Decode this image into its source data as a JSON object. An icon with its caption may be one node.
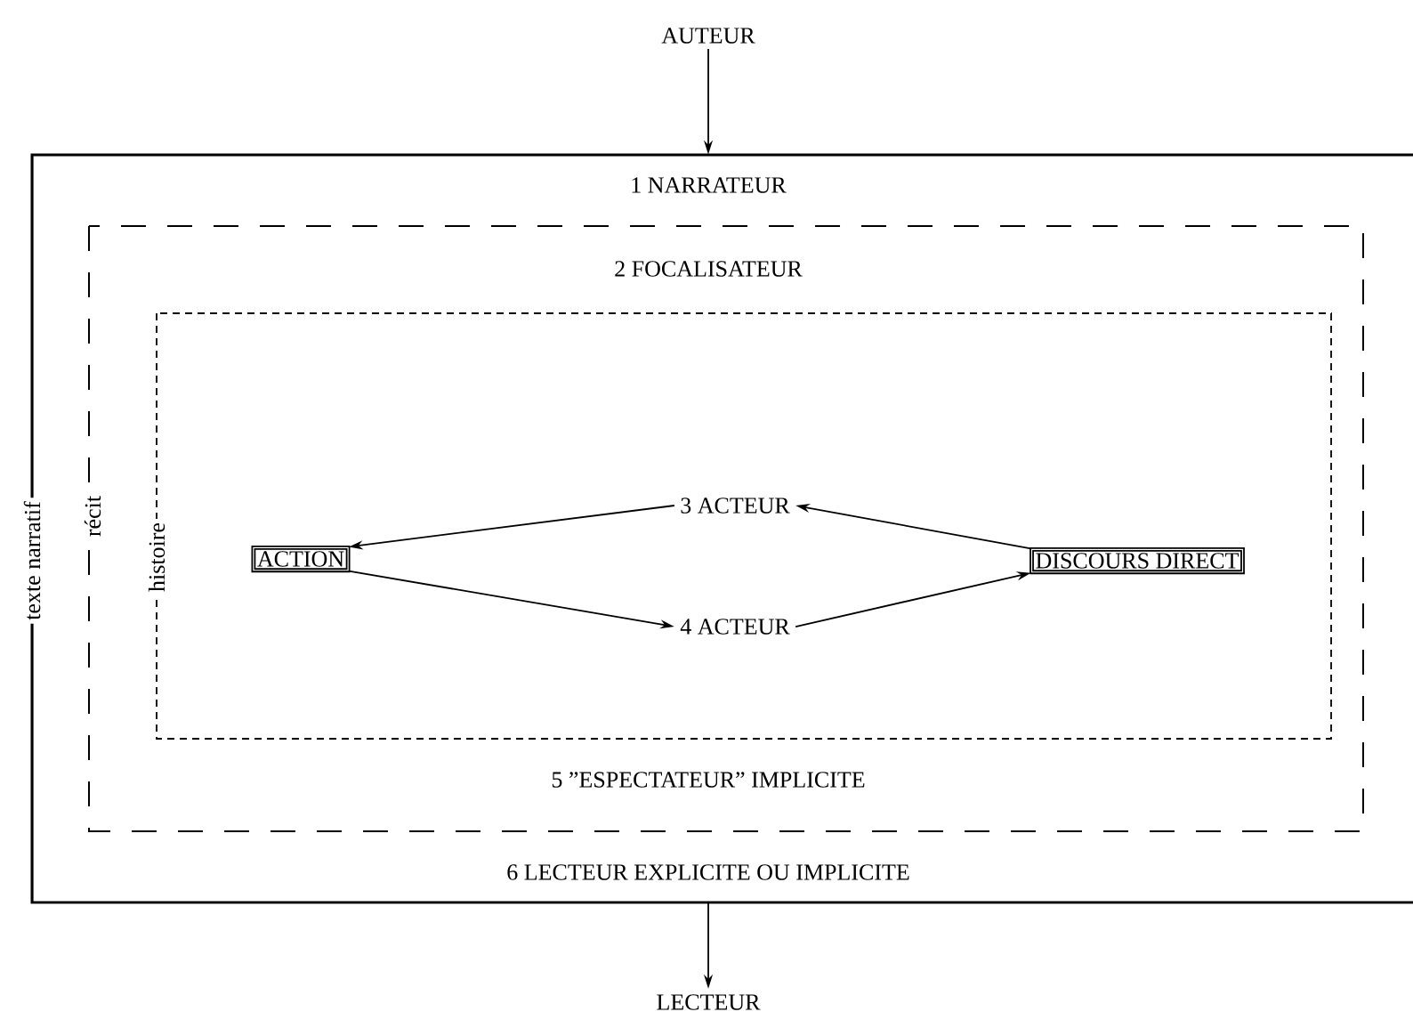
{
  "diagram": {
    "nodes": [
      {
        "text": [
          "AUTEUR"
        ]
      },
      {
        "text": [
          "1 NARRATEUR",
          "6 LECTEUR EXPLICITE OU IMPLICITE",
          "texte narratif"
        ]
      },
      {
        "text": [
          "2 FOCALISATEUR",
          "5 ”ESPECTATEUR” IMPLICITE",
          "récit"
        ],
        "in": 1
      },
      {
        "text": [
          "histoire"
        ],
        "in": 2
      },
      {
        "text": [
          "ACTION"
        ],
        "in": 3
      },
      {
        "text": [
          "3 ACTEUR"
        ],
        "in": 3
      },
      {
        "text": [
          "4 ACTEUR"
        ],
        "in": 3
      },
      {
        "text": [
          "DISCOURS DIRECT"
        ],
        "in": 3
      },
      {
        "text": [
          "LECTEUR"
        ]
      }
    ],
    "edges": [
      {
        "from": 0,
        "to": 1,
        "arrow": "to"
      },
      {
        "from": 5,
        "to": 4,
        "arrow": "to"
      },
      {
        "from": 4,
        "to": 6,
        "arrow": "to"
      },
      {
        "from": 6,
        "to": 7,
        "arrow": "to"
      },
      {
        "from": 7,
        "to": 5,
        "arrow": "to"
      },
      {
        "from": 1,
        "to": 8,
        "arrow": "to"
      }
    ]
  }
}
